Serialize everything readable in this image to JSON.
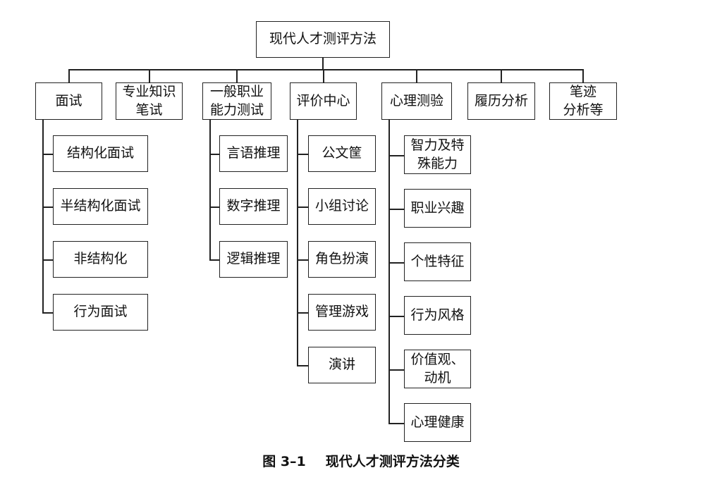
{
  "root": "现代人才测评方法",
  "categories": [
    {
      "label": "面试",
      "children": [
        "结构化面试",
        "半结构化面试",
        "非结构化",
        "行为面试"
      ]
    },
    {
      "label": "专业知识\n笔试",
      "children": []
    },
    {
      "label": "一般职业\n能力测试",
      "children": [
        "言语推理",
        "数字推理",
        "逻辑推理"
      ]
    },
    {
      "label": "评价中心",
      "children": [
        "公文筐",
        "小组讨论",
        "角色扮演",
        "管理游戏",
        "演讲"
      ]
    },
    {
      "label": "心理测验",
      "children": [
        "智力及特\n殊能力",
        "职业兴趣",
        "个性特征",
        "行为风格",
        "价值观、\n动机",
        "心理健康"
      ]
    },
    {
      "label": "履历分析",
      "children": []
    },
    {
      "label": "笔迹\n分析等",
      "children": []
    }
  ],
  "caption": {
    "number": "图 3–1",
    "title": "现代人才测评方法分类"
  }
}
